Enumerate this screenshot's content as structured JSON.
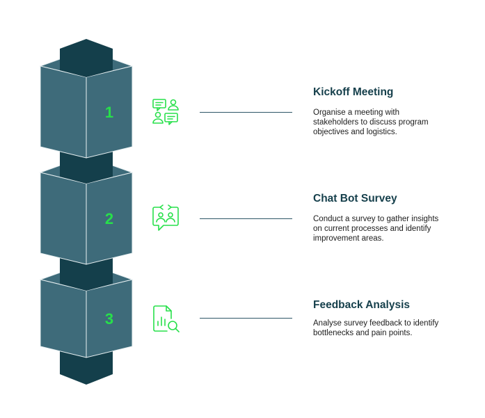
{
  "colors": {
    "cube_front": "#3e6b7a",
    "cube_side": "#3e6b7a",
    "cube_top": "#3e6b7a",
    "connector_block": "#143f4b",
    "cube_edge": "#e8f0f2",
    "accent_green": "#27e04a",
    "title": "#153f4b",
    "line": "#2d5566"
  },
  "steps": [
    {
      "number": "1",
      "title": "Kickoff Meeting",
      "description": "Organise a meeting with stakeholders to discuss program objectives and logistics.",
      "icon": "meeting-icon"
    },
    {
      "number": "2",
      "title": "Chat Bot Survey",
      "description": "Conduct a survey to gather insights on current processes and identify improvement areas.",
      "icon": "chat-survey-icon"
    },
    {
      "number": "3",
      "title": "Feedback Analysis",
      "description": "Analyse survey feedback to identify bottlenecks and pain points.",
      "icon": "document-analysis-icon"
    }
  ]
}
